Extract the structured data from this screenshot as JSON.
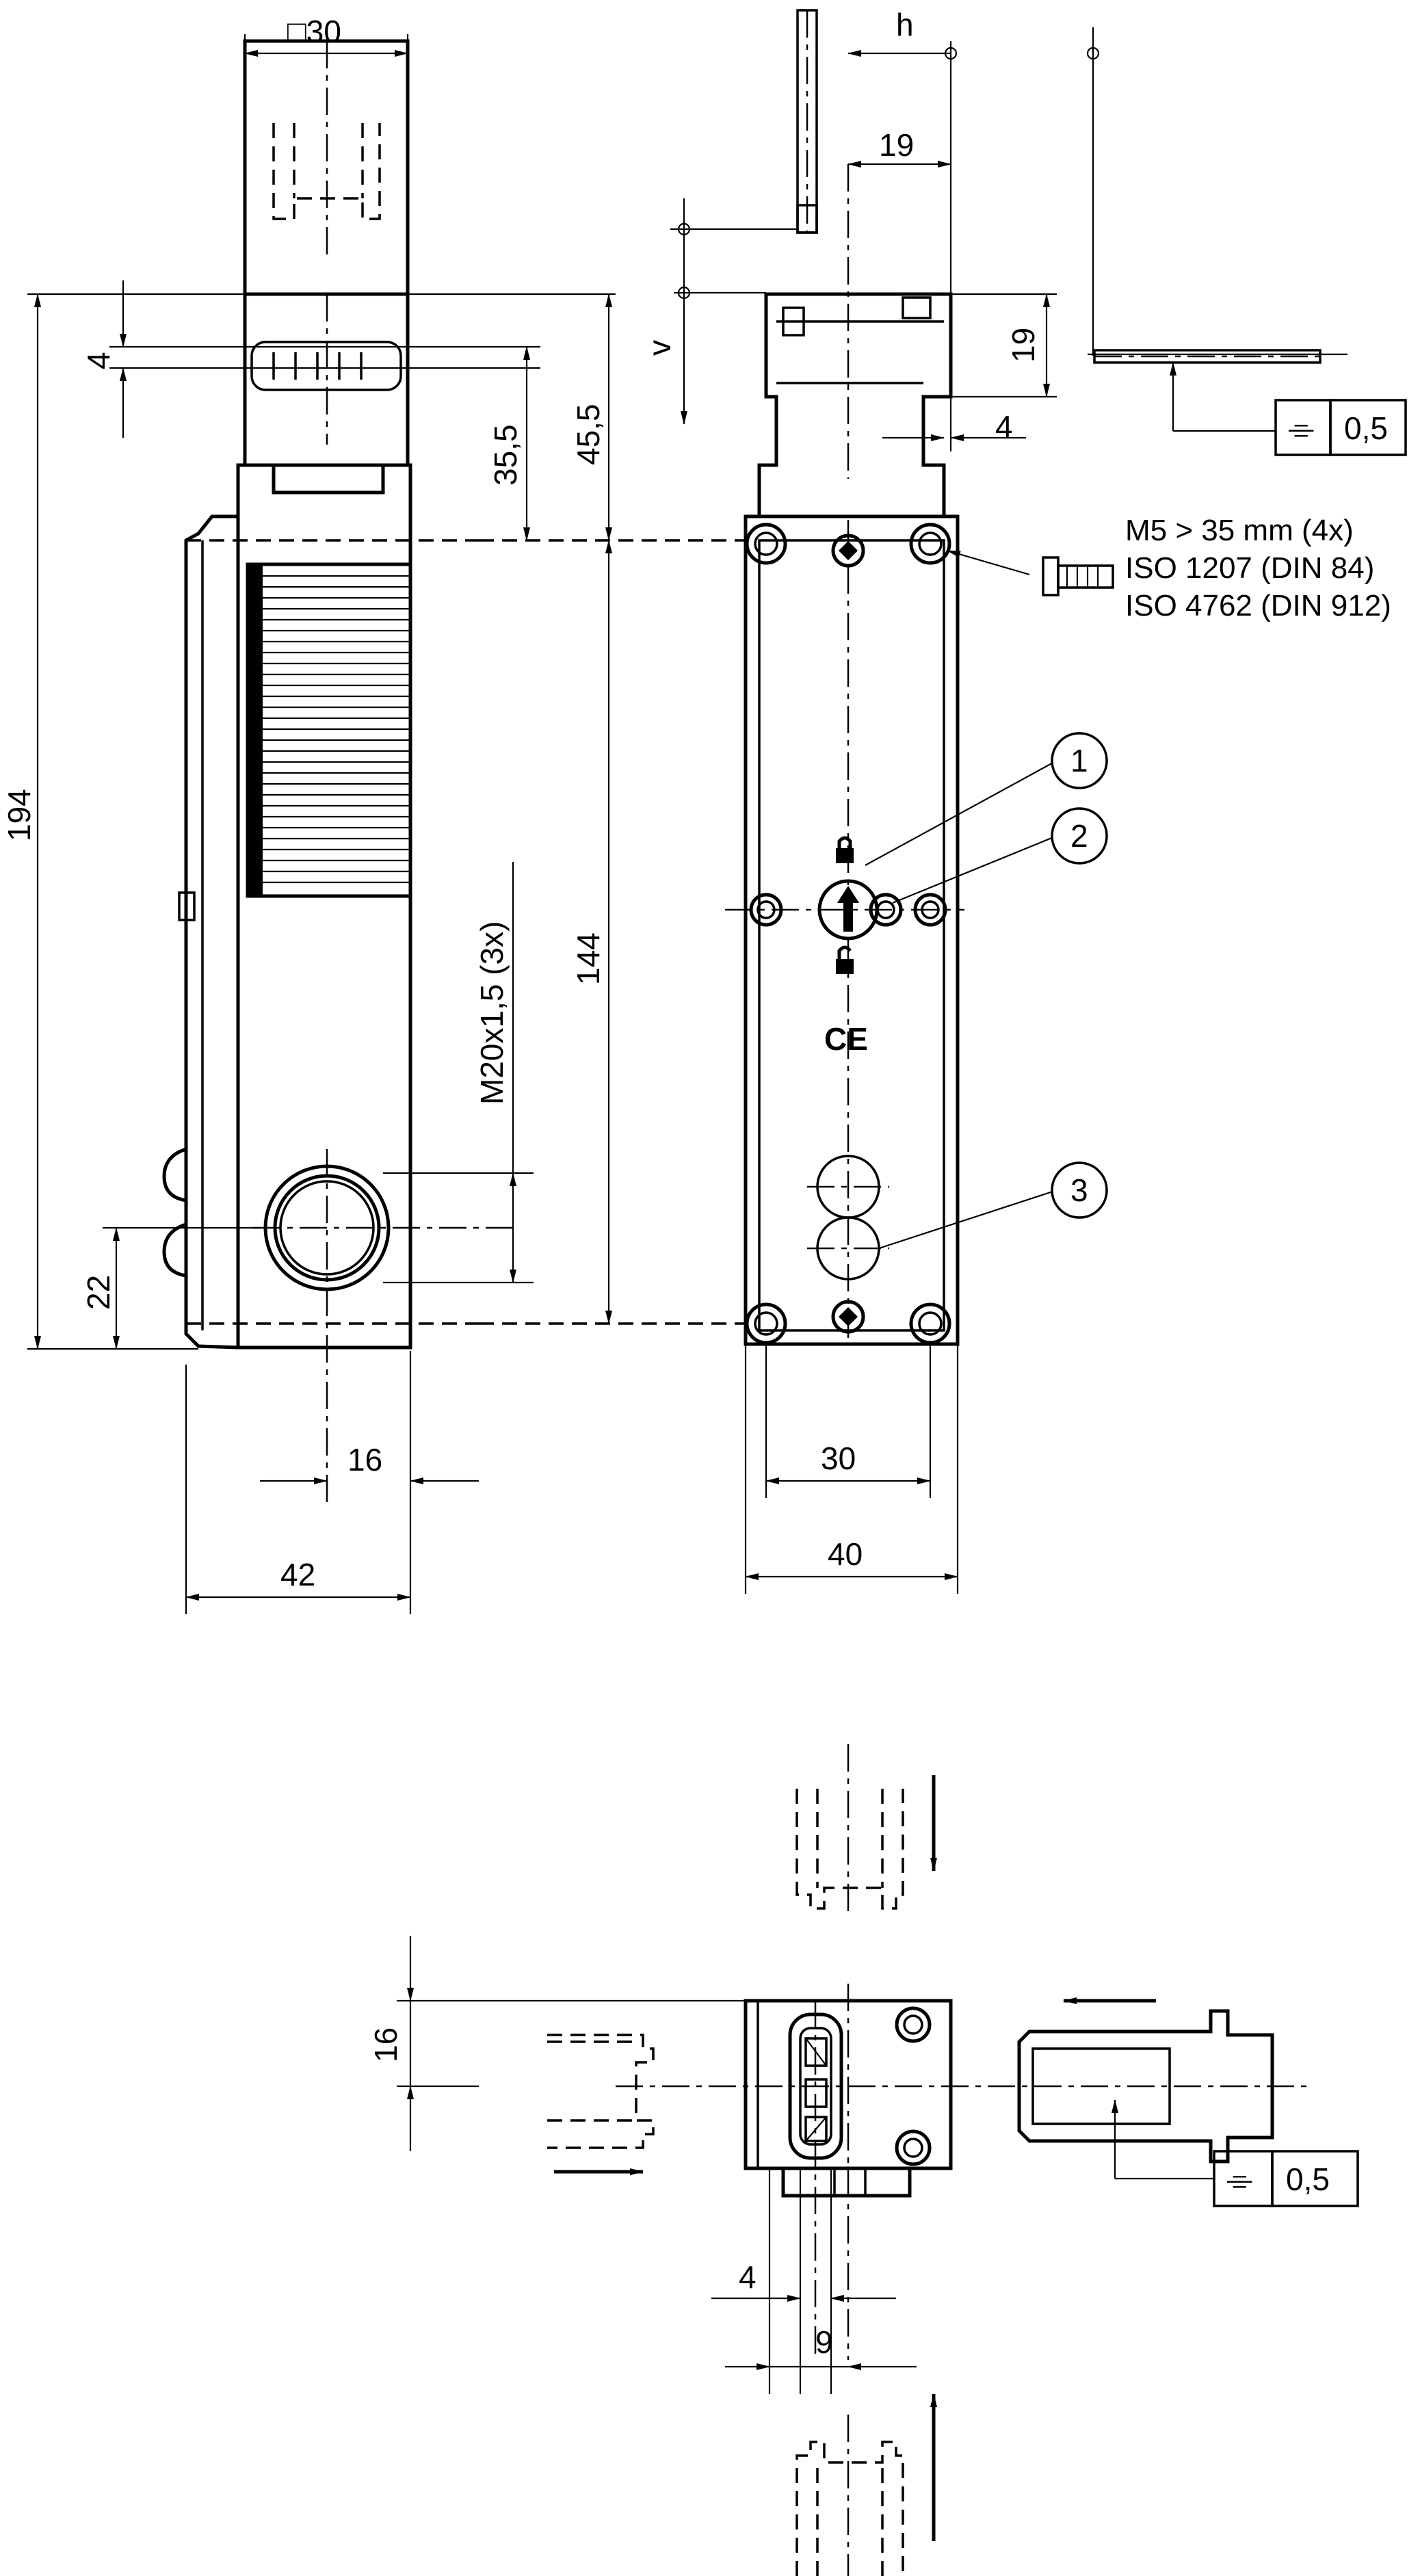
{
  "drawing": {
    "dims": {
      "width_square": "□30",
      "v4_top": "4",
      "d35_5": "35,5",
      "d45_5": "45,5",
      "d194": "194",
      "d144": "144",
      "d22": "22",
      "d16_bottom": "16",
      "d42": "42",
      "thread": "M20x1,5 (3x)",
      "h": "h",
      "v": "v",
      "d19_h": "19",
      "d19_v": "19",
      "d4_side": "4",
      "d30": "30",
      "d40": "40",
      "d16_lower": "16",
      "d4_lower": "4",
      "d9": "9"
    },
    "screw_note": {
      "line1": "M5 > 35 mm (4x)",
      "line2": "ISO 1207 (DIN 84)",
      "line3": "ISO 4762 (DIN 912)"
    },
    "callouts": [
      "1",
      "2",
      "3"
    ],
    "tolerance_top": {
      "symbol": "⌯",
      "value": "0,5"
    },
    "tolerance_bottom": {
      "symbol": "⌯",
      "value": "0,5"
    },
    "marking": "CE",
    "icons": [
      "lock-closed-icon",
      "lock-open-icon",
      "arrow-up-icon",
      "screw-icon"
    ]
  }
}
